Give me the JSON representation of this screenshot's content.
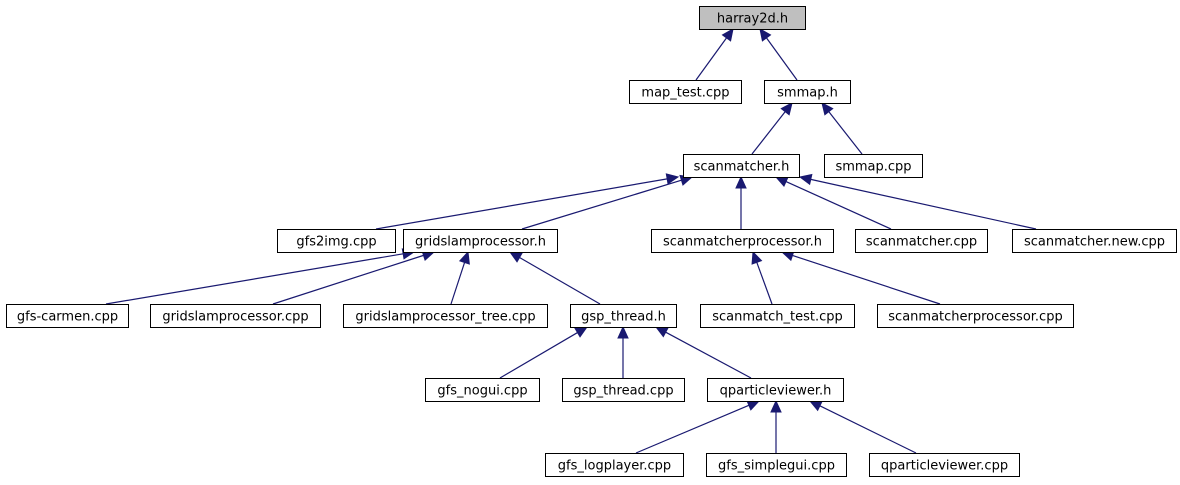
{
  "nodes": {
    "harray2d_h": "harray2d.h",
    "map_test_cpp": "map_test.cpp",
    "smmap_h": "smmap.h",
    "scanmatcher_h": "scanmatcher.h",
    "smmap_cpp": "smmap.cpp",
    "gfs2img_cpp": "gfs2img.cpp",
    "gridslamprocessor_h": "gridslamprocessor.h",
    "scanmatcherprocessor_h": "scanmatcherprocessor.h",
    "scanmatcher_cpp": "scanmatcher.cpp",
    "scanmatcher_new_cpp": "scanmatcher.new.cpp",
    "gfs_carmen_cpp": "gfs-carmen.cpp",
    "gridslamprocessor_cpp": "gridslamprocessor.cpp",
    "gridslamprocessor_tree_cpp": "gridslamprocessor_tree.cpp",
    "gsp_thread_h": "gsp_thread.h",
    "scanmatch_test_cpp": "scanmatch_test.cpp",
    "scanmatcherprocessor_cpp": "scanmatcherprocessor.cpp",
    "gfs_nogui_cpp": "gfs_nogui.cpp",
    "gsp_thread_cpp": "gsp_thread.cpp",
    "qparticleviewer_h": "qparticleviewer.h",
    "gfs_logplayer_cpp": "gfs_logplayer.cpp",
    "gfs_simplegui_cpp": "gfs_simplegui.cpp",
    "qparticleviewer_cpp": "qparticleviewer.cpp"
  },
  "edges": [
    {
      "from": "map_test_cpp",
      "to": "harray2d_h"
    },
    {
      "from": "smmap_h",
      "to": "harray2d_h"
    },
    {
      "from": "scanmatcher_h",
      "to": "smmap_h"
    },
    {
      "from": "smmap_cpp",
      "to": "smmap_h"
    },
    {
      "from": "gfs2img_cpp",
      "to": "scanmatcher_h"
    },
    {
      "from": "gridslamprocessor_h",
      "to": "scanmatcher_h"
    },
    {
      "from": "scanmatcherprocessor_h",
      "to": "scanmatcher_h"
    },
    {
      "from": "scanmatcher_cpp",
      "to": "scanmatcher_h"
    },
    {
      "from": "scanmatcher_new_cpp",
      "to": "scanmatcher_h"
    },
    {
      "from": "gfs_carmen_cpp",
      "to": "gridslamprocessor_h"
    },
    {
      "from": "gridslamprocessor_cpp",
      "to": "gridslamprocessor_h"
    },
    {
      "from": "gridslamprocessor_tree_cpp",
      "to": "gridslamprocessor_h"
    },
    {
      "from": "gsp_thread_h",
      "to": "gridslamprocessor_h"
    },
    {
      "from": "scanmatch_test_cpp",
      "to": "scanmatcherprocessor_h"
    },
    {
      "from": "scanmatcherprocessor_cpp",
      "to": "scanmatcherprocessor_h"
    },
    {
      "from": "gfs_nogui_cpp",
      "to": "gsp_thread_h"
    },
    {
      "from": "gsp_thread_cpp",
      "to": "gsp_thread_h"
    },
    {
      "from": "qparticleviewer_h",
      "to": "gsp_thread_h"
    },
    {
      "from": "gfs_logplayer_cpp",
      "to": "qparticleviewer_h"
    },
    {
      "from": "gfs_simplegui_cpp",
      "to": "qparticleviewer_h"
    },
    {
      "from": "qparticleviewer_cpp",
      "to": "qparticleviewer_h"
    }
  ],
  "colors": {
    "edge": "#191970",
    "root_fill": "#bfbfbf",
    "node_fill": "#ffffff",
    "node_stroke": "#000000"
  }
}
